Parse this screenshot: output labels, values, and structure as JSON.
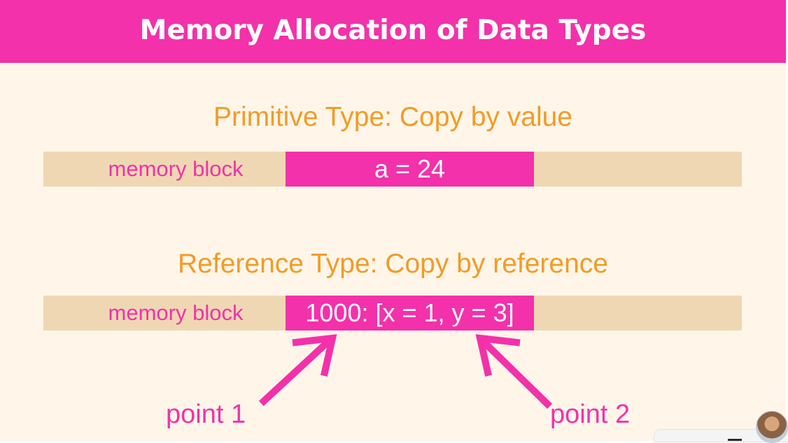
{
  "header": {
    "title": "Memory Allocation of Data Types"
  },
  "primitive": {
    "title": "Primitive Type: Copy by value",
    "memory_label": "memory block",
    "value": "a = 24"
  },
  "reference": {
    "title": "Reference Type: Copy by reference",
    "memory_label": "memory block",
    "value": "1000: [x = 1, y = 3]"
  },
  "annotations": {
    "point1": "point 1",
    "point2": "point 2"
  },
  "colors": {
    "accent": "#f331aa",
    "heading": "#f39b26",
    "memory_bar": "#f0d7b3",
    "background": "#fff6e9"
  },
  "icons": {
    "arrow_1": "arrow-up-right-icon",
    "arrow_2": "arrow-up-left-icon",
    "avatar": "presenter-avatar"
  }
}
